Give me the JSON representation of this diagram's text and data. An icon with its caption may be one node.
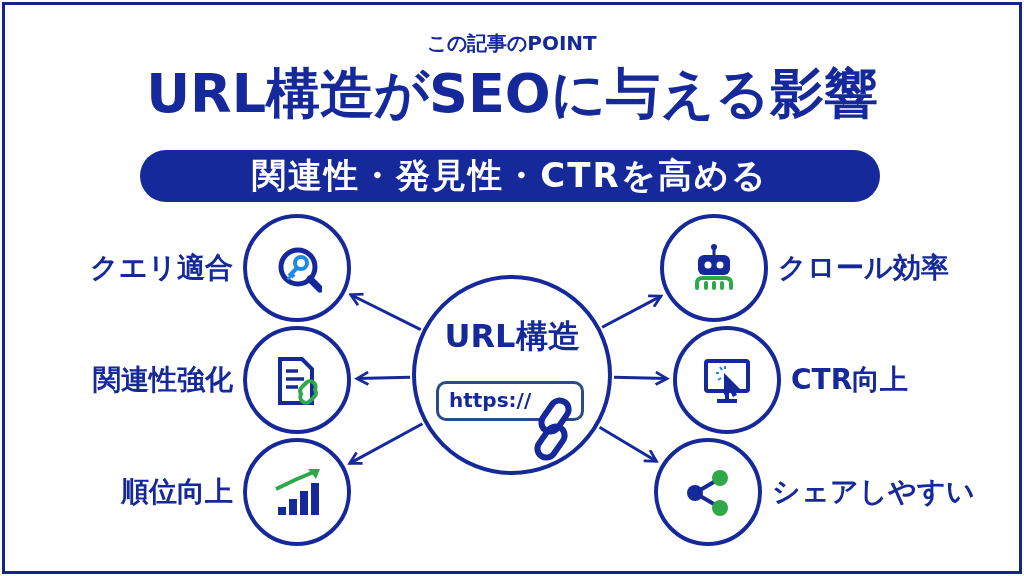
{
  "diagram": {
    "title": "URL構造がSEOに与える影響",
    "nodes": [
      {
        "text": [
          "関連性・発見性・CTRを高める"
        ]
      },
      {
        "text": [
          "URL構造",
          "https://"
        ]
      },
      {
        "text": [],
        "shape": "circle",
        "beside": [
          "クエリ適合"
        ]
      },
      {
        "text": [],
        "shape": "circle",
        "beside": [
          "関連性強化"
        ]
      },
      {
        "text": [],
        "shape": "circle",
        "beside": [
          "順位向上"
        ]
      },
      {
        "text": [],
        "shape": "circle",
        "beside": [
          "クロール効率"
        ]
      },
      {
        "text": [],
        "shape": "circle",
        "beside": [
          "CTR向上"
        ]
      },
      {
        "text": [],
        "shape": "circle",
        "beside": [
          "シェアしやすい"
        ]
      }
    ],
    "edges": [
      {
        "from": 1,
        "to": 2,
        "arrow": "to"
      },
      {
        "from": 1,
        "to": 3,
        "arrow": "to"
      },
      {
        "from": 1,
        "to": 4,
        "arrow": "to"
      },
      {
        "from": 1,
        "to": 5,
        "arrow": "to"
      },
      {
        "from": 1,
        "to": 6,
        "arrow": "to"
      },
      {
        "from": 1,
        "to": 7,
        "arrow": "to"
      }
    ],
    "labels": [
      "この記事のPOINT"
    ]
  }
}
